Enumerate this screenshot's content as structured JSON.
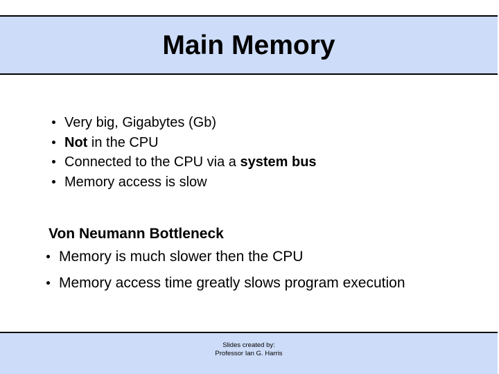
{
  "slide": {
    "title": "Main Memory",
    "primary_bullets": [
      [
        {
          "text": "Very big, Gigabytes (Gb)"
        }
      ],
      [
        {
          "text": "Not",
          "bold": true
        },
        {
          "text": " in the CPU"
        }
      ],
      [
        {
          "text": "Connected to the CPU via a "
        },
        {
          "text": "system bus",
          "bold": true
        }
      ],
      [
        {
          "text": "Memory access is slow"
        }
      ]
    ],
    "subheading": "Von Neumann Bottleneck",
    "secondary_bullets": [
      [
        {
          "text": "Memory is much slower then the CPU"
        }
      ],
      [
        {
          "text": "Memory access time greatly slows program execution"
        }
      ]
    ],
    "footer": {
      "line1": "Slides created by:",
      "line2": "Professor Ian G. Harris"
    },
    "colors": {
      "banner_fill": "#cddcf8",
      "border": "#000000",
      "background": "#ffffff",
      "text": "#000000"
    }
  }
}
